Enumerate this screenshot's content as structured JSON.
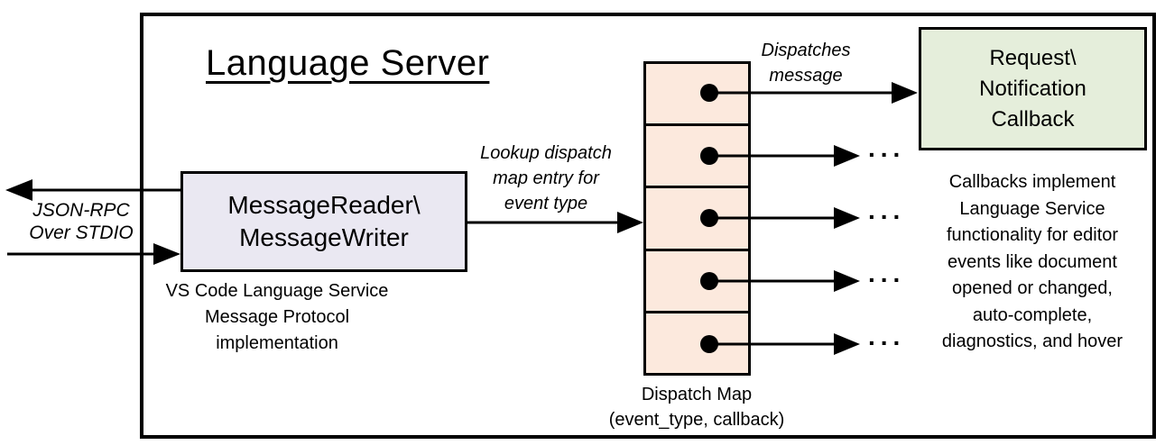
{
  "title": "Language Server",
  "stdio": {
    "lines": [
      "JSON-RPC",
      "Over STDIO"
    ]
  },
  "message_box": {
    "lines": [
      "MessageReader\\",
      "MessageWriter"
    ],
    "caption": [
      "VS Code Language Service",
      "Message Protocol implementation"
    ]
  },
  "lookup_label": {
    "lines": [
      "Lookup dispatch",
      "map entry for",
      "event type"
    ]
  },
  "dispatches_label": {
    "lines": [
      "Dispatches",
      "message"
    ]
  },
  "callback_box": {
    "lines": [
      "Request\\",
      "Notification",
      "Callback"
    ]
  },
  "callbacks_note": {
    "lines": [
      "Callbacks implement",
      "Language Service",
      "functionality for editor",
      "events like document",
      "opened or changed,",
      "auto-complete,",
      "diagnostics, and hover"
    ]
  },
  "dispatch_map": {
    "caption": [
      "Dispatch Map",
      "(event_type, callback)"
    ],
    "cell_count": 5
  },
  "ellipsis": "...",
  "colors": {
    "message_box_fill": "#eae8f2",
    "dispatch_map_fill": "#fce9dd",
    "callback_box_fill": "#e5eedb",
    "stroke": "#000000"
  }
}
